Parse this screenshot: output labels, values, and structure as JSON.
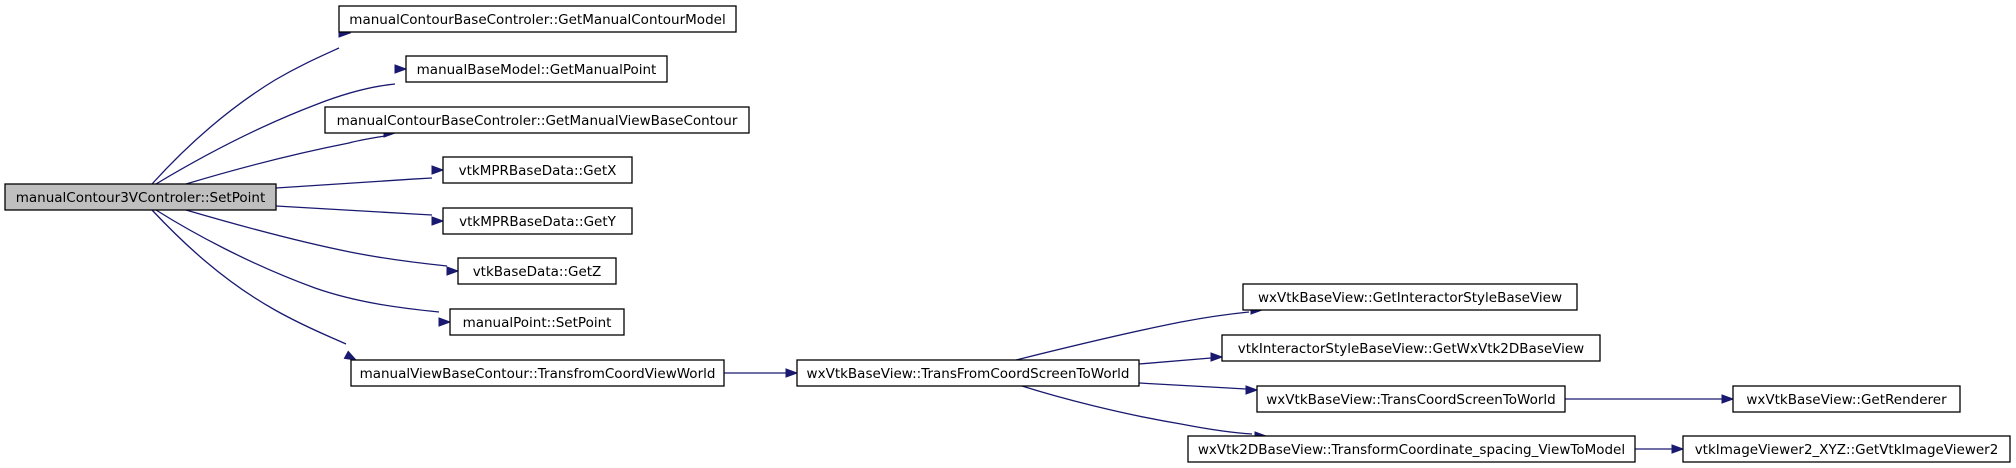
{
  "call_graph": {
    "root": "manualContour3VControler::SetPoint",
    "nodes": [
      {
        "id": "root",
        "label": "manualContour3VControler::SetPoint"
      },
      {
        "id": "n1",
        "label": "manualContourBaseControler::GetManualContourModel"
      },
      {
        "id": "n2",
        "label": "manualBaseModel::GetManualPoint"
      },
      {
        "id": "n3",
        "label": "manualContourBaseControler::GetManualViewBaseContour"
      },
      {
        "id": "n4",
        "label": "vtkMPRBaseData::GetX"
      },
      {
        "id": "n5",
        "label": "vtkMPRBaseData::GetY"
      },
      {
        "id": "n6",
        "label": "vtkBaseData::GetZ"
      },
      {
        "id": "n7",
        "label": "manualPoint::SetPoint"
      },
      {
        "id": "n8",
        "label": "manualViewBaseContour::TransfromCoordViewWorld"
      },
      {
        "id": "n9",
        "label": "wxVtkBaseView::TransFromCoordScreenToWorld"
      },
      {
        "id": "n10",
        "label": "wxVtkBaseView::GetInteractorStyleBaseView"
      },
      {
        "id": "n11",
        "label": "vtkInteractorStyleBaseView::GetWxVtk2DBaseView"
      },
      {
        "id": "n12",
        "label": "wxVtkBaseView::TransCoordScreenToWorld"
      },
      {
        "id": "n13",
        "label": "wxVtkBaseView::GetRenderer"
      },
      {
        "id": "n14",
        "label": "wxVtk2DBaseView::TransformCoordinate_spacing_ViewToModel"
      },
      {
        "id": "n15",
        "label": "vtkImageViewer2_XYZ::GetVtkImageViewer2"
      }
    ],
    "edges": [
      {
        "from": "root",
        "to": "n1"
      },
      {
        "from": "root",
        "to": "n2"
      },
      {
        "from": "root",
        "to": "n3"
      },
      {
        "from": "root",
        "to": "n4"
      },
      {
        "from": "root",
        "to": "n5"
      },
      {
        "from": "root",
        "to": "n6"
      },
      {
        "from": "root",
        "to": "n7"
      },
      {
        "from": "root",
        "to": "n8"
      },
      {
        "from": "n8",
        "to": "n9"
      },
      {
        "from": "n9",
        "to": "n10"
      },
      {
        "from": "n9",
        "to": "n11"
      },
      {
        "from": "n9",
        "to": "n12"
      },
      {
        "from": "n9",
        "to": "n14"
      },
      {
        "from": "n12",
        "to": "n13"
      },
      {
        "from": "n14",
        "to": "n15"
      }
    ]
  },
  "colors": {
    "edge": "#191970",
    "root_fill": "#bfbfbf",
    "node_fill": "#ffffff",
    "node_border": "#000000"
  }
}
